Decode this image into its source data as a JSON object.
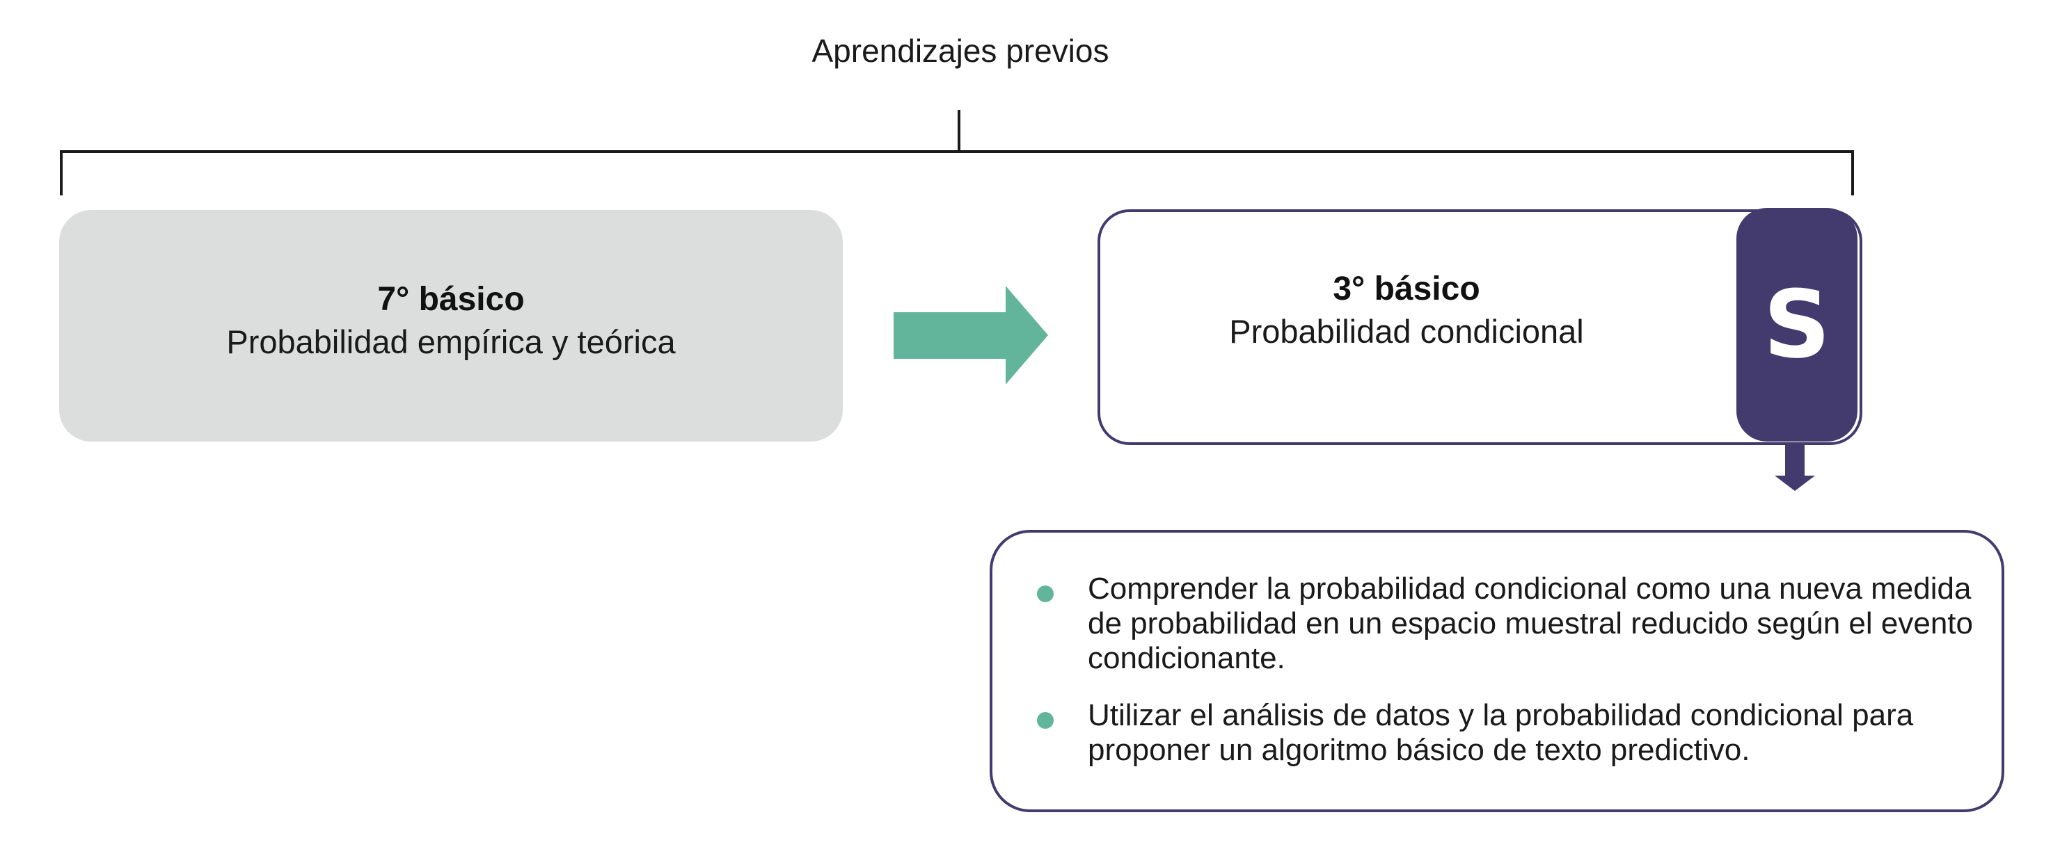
{
  "header": {
    "title": "Aprendizajes previos"
  },
  "previous_card": {
    "grade": "7° básico",
    "topic": "Probabilidad empírica y teórica"
  },
  "current_card": {
    "grade": "3° básico",
    "topic": "Probabilidad condicional",
    "badge": "S"
  },
  "objectives": [
    "Comprender la probabilidad condicional como una nueva medida de probabilidad en un espacio muestral reducido según el evento condicionante.",
    "Utilizar el análisis de datos y la probabilidad condicional para proponer un algoritmo básico de texto predictivo."
  ],
  "colors": {
    "accent_green": "#62b59a",
    "accent_purple": "#433b6e",
    "card_gray": "#dcdddd"
  },
  "icons": {
    "flow_arrow": "right-arrow-icon",
    "down_arrow": "down-arrow-icon",
    "bullet": "dot-icon"
  }
}
